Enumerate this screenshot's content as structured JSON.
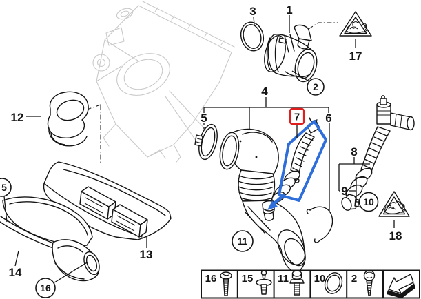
{
  "diagram_type": "exploded-parts-diagram",
  "callouts": {
    "oring": "3",
    "maf": "1",
    "warning_top": "17",
    "maf_screw": "2",
    "assembly": "4",
    "clamp": "5",
    "selected": "7",
    "vent_pipe": "6",
    "breather_hose": "8",
    "breather_section": "9",
    "sealing_ring": "10",
    "warning_bottom": "18",
    "boot": "12",
    "duct_clip": "5",
    "upper_duct": "13",
    "lower_duct": "14",
    "end_piece": "16",
    "intake_boot": "11"
  },
  "fastener_table": [
    {
      "label": "16",
      "icon": "screw-long-icon"
    },
    {
      "label": "15",
      "icon": "expanding-rivet-icon"
    },
    {
      "label": "11",
      "icon": "stud-bolt-icon"
    },
    {
      "label": "10",
      "icon": "o-ring-icon"
    },
    {
      "label": "2",
      "icon": "screw-short-icon"
    },
    {
      "label": "",
      "icon": "page-back-arrow-icon"
    }
  ],
  "colors": {
    "line": "#141414",
    "sketch_gray": "#c9c9c9",
    "highlight_blue": "#2e6eda",
    "selected_red": "#e11d1d",
    "background": "#ffffff"
  }
}
